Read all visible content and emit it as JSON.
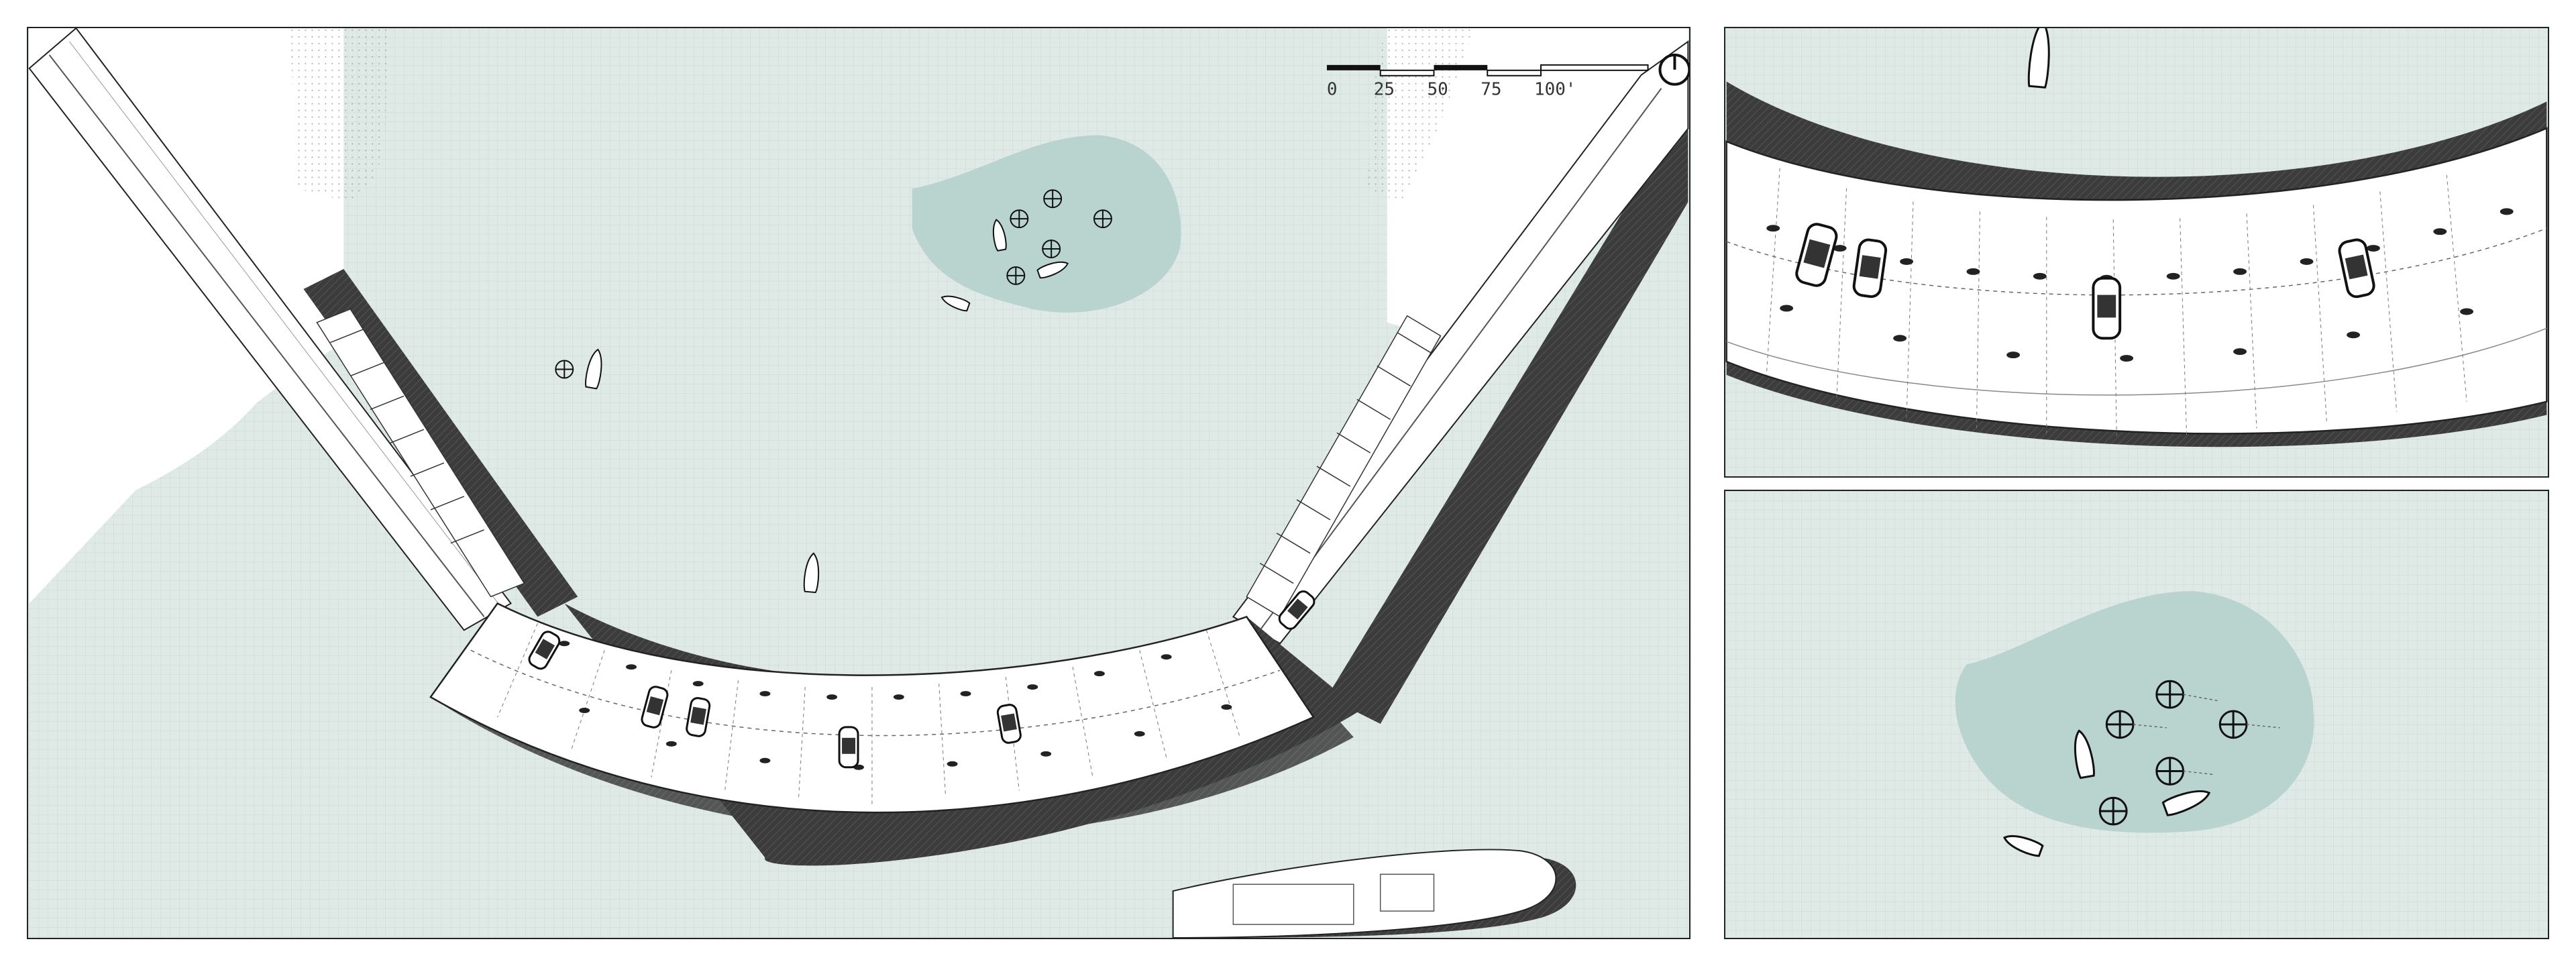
{
  "scale_bar": {
    "labels": [
      "0",
      "25",
      "50",
      "75",
      "100'"
    ]
  },
  "icons": {
    "north_arrow": "north-arrow-icon",
    "vehicle": "car-icon",
    "boat": "boat-icon",
    "drone": "drone-icon",
    "ship": "ship-icon"
  },
  "colors": {
    "water": "#dfe9e6",
    "land": "#ffffff",
    "shadow": "#3c3c3c",
    "shallow": "#b9d3cf",
    "line": "#222222"
  }
}
